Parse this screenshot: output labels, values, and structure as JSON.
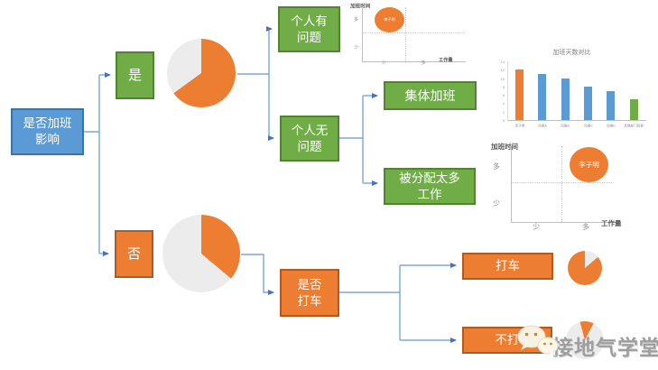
{
  "colors": {
    "blue": "#5B9BD5",
    "green": "#70AD47",
    "orange": "#ED7D31",
    "pie_gray": "#ECECEC",
    "connector": "#7BA7D7",
    "arrow": "#4472C4"
  },
  "nodes": {
    "root": "是否加班\n影响",
    "yes": "是",
    "no": "否",
    "personal_problem": "个人有\n问题",
    "personal_no_problem": "个人无\n问题",
    "group_overtime": "集体加班",
    "assigned_too_much": "被分配太多\n工作",
    "taxi_question": "是否\n打车",
    "taxi": "打车",
    "no_taxi": "不打"
  },
  "pies": {
    "yes_pie": {
      "start_deg": 0,
      "sweep_deg": 234,
      "orange_fraction_est": "65%"
    },
    "no_pie": {
      "start_deg": 0,
      "sweep_deg": 130,
      "orange_fraction_est": "36%"
    },
    "taxi_pie": {
      "start_deg": 50,
      "sweep_deg": 310,
      "orange_fraction_est": "86%"
    },
    "no_taxi_pie": {
      "start_deg": -15,
      "sweep_deg": 42,
      "orange_fraction_est": "12%"
    }
  },
  "chart_data": [
    {
      "id": "scatter_small",
      "type": "scatter",
      "ylabel": "加班时间",
      "xlabel": "工作量",
      "y_ticks": [
        "多",
        "少"
      ],
      "x_ticks": [
        "少",
        "多"
      ],
      "points": [
        {
          "label": "李子明",
          "x": "少",
          "y": "多"
        }
      ],
      "grid": "dotted-quadrants"
    },
    {
      "id": "bar_chart",
      "type": "bar",
      "title": "加班天数对比",
      "categories": [
        "李子明",
        "同事A",
        "同事B",
        "同事C",
        "同事D",
        "其他部门同事"
      ],
      "values": [
        12,
        11,
        10,
        8,
        7,
        5
      ],
      "bar_colors": [
        "#ED7D31",
        "#5B9BD5",
        "#5B9BD5",
        "#5B9BD5",
        "#5B9BD5",
        "#70AD47"
      ],
      "y_ticks": [
        0,
        2,
        4,
        6,
        8,
        10,
        12,
        14
      ],
      "ylim": [
        0,
        14
      ],
      "legend": "none"
    },
    {
      "id": "scatter_big",
      "type": "scatter",
      "ylabel": "加班时间",
      "xlabel": "工作量",
      "y_ticks": [
        "多",
        "少"
      ],
      "x_ticks": [
        "少",
        "多"
      ],
      "points": [
        {
          "label": "李子明",
          "x": "多",
          "y": "多"
        }
      ],
      "grid": "dotted-quadrants"
    }
  ],
  "watermark": {
    "text": "接地气学堂",
    "icon": "wechat-icon"
  }
}
